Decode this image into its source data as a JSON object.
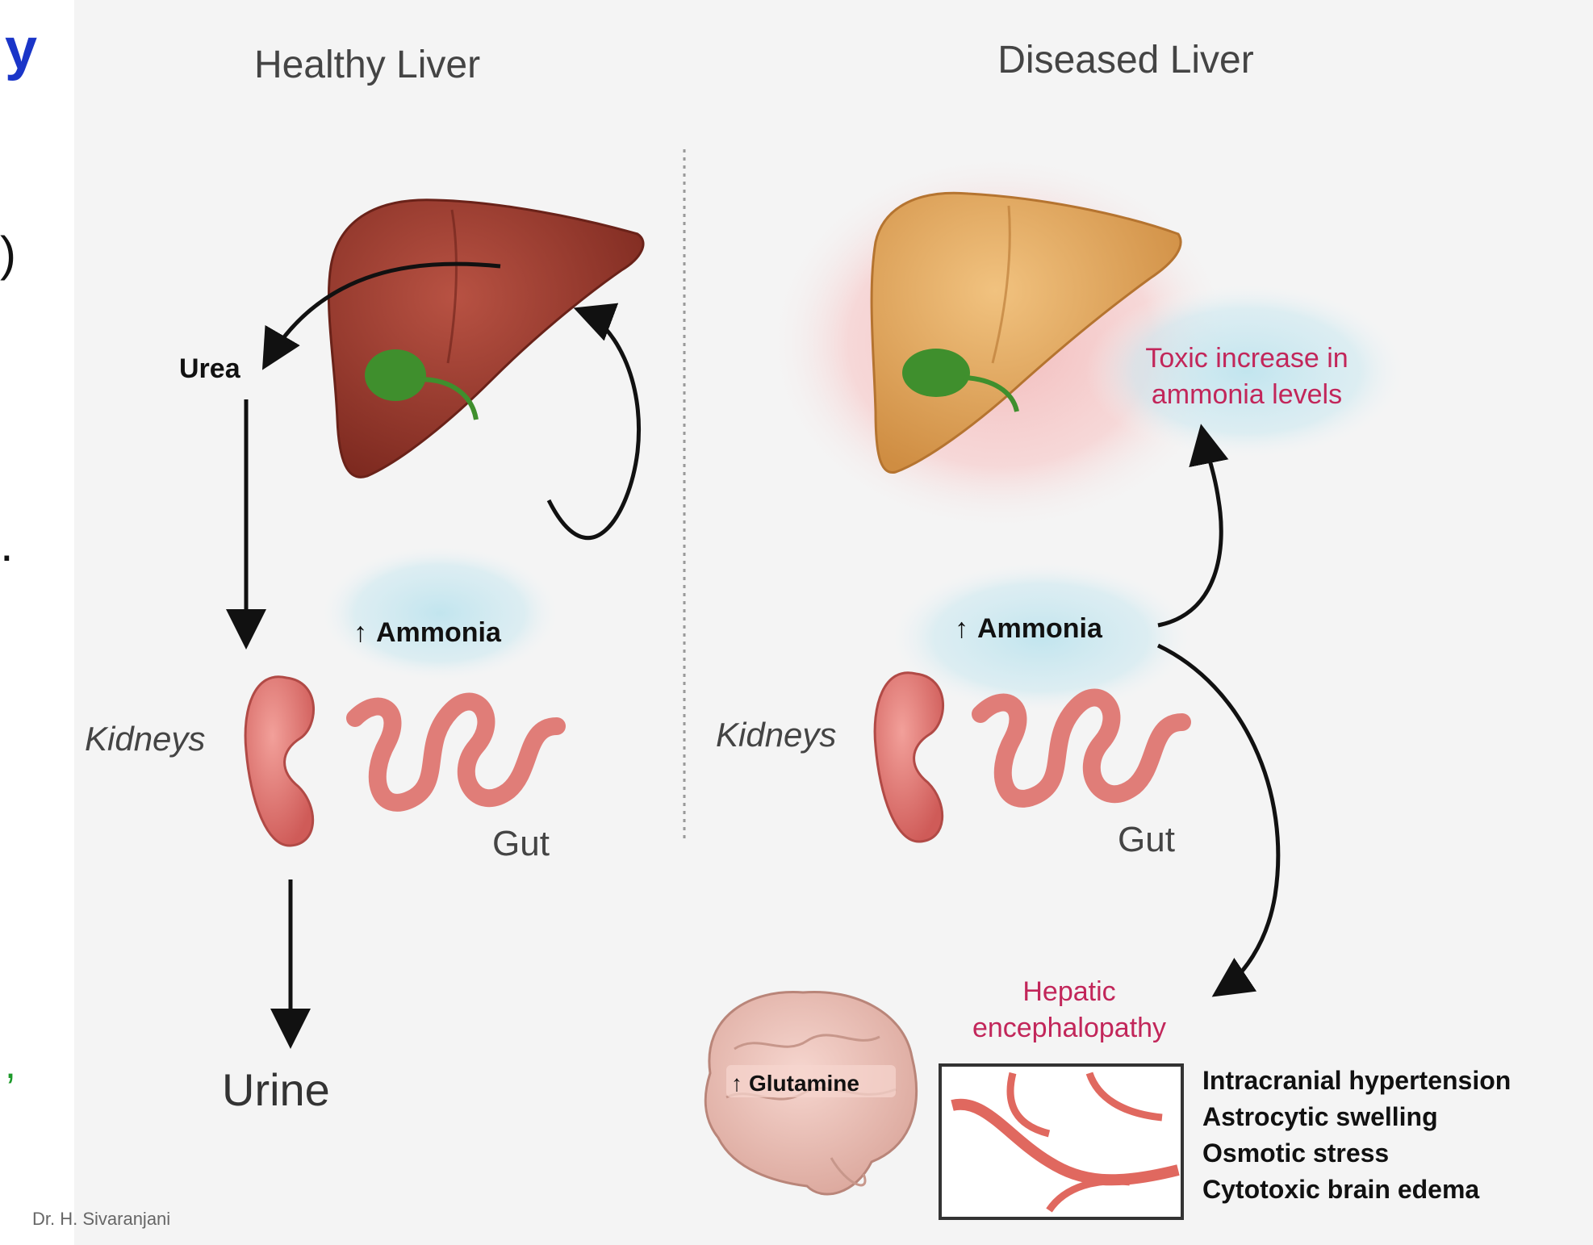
{
  "healthy": {
    "title": "Healthy Liver",
    "urea": "Urea",
    "ammonia": "Ammonia",
    "kidneys": "Kidneys",
    "gut": "Gut",
    "urine": "Urine"
  },
  "diseased": {
    "title": "Diseased Liver",
    "toxic_line1": "Toxic increase in",
    "toxic_line2": "ammonia levels",
    "ammonia": "Ammonia",
    "kidneys": "Kidneys",
    "gut": "Gut",
    "he_line1": "Hepatic",
    "he_line2": "encephalopathy",
    "glutamine": "Glutamine",
    "effects": [
      "Intracranial hypertension",
      "Astrocytic swelling",
      "Osmotic stress",
      "Cytotoxic brain edema"
    ]
  },
  "credit": "Dr. H. Sivaranjani",
  "left_strip": {
    "letter": "y",
    "mark": "?"
  },
  "colors": {
    "healthy_liver": "#9a3a2c",
    "diseased_liver": "#e0a45a",
    "kidney_gut": "#e07d78",
    "title_text": "#444444",
    "alert_text": "#c2265a",
    "glow_blue": "#bfe4ee",
    "glow_pink": "#f3b8b8",
    "strip_blue": "#1a35c8",
    "strip_green": "#1d9a2a"
  }
}
